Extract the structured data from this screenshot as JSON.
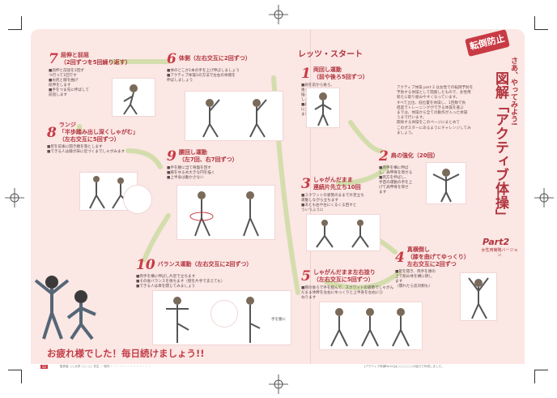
{
  "title_badge": "転倒防止",
  "subtitle_vertical": "さあ、やってみよう!",
  "main_title": "図解「アクティブ体操」",
  "part": "Part2",
  "part_sub": "女性用簡略バージョン",
  "lets_start": "レッツ・スタート",
  "lead": [
    "アクティブ体操 part 2 は女性での転倒予防を",
    "予防する体操として開発したもので、女性用",
    "新たに取り組みやすくなっています。",
    "すべて立位、低位置を体操し、1回数で負",
    "担度でトレーニングができる体操を選ぶ",
    "までは、体操から全ての動作が入った体操",
    "うまで行います。",
    "関係する体操をこのページにまとめて",
    "このポスターにあるようにチャレンジしてみ",
    "ましょう。"
  ],
  "steps": [
    {
      "num": "1",
      "title": [
        "両回し運動",
        "（前や後ろ5回ずつ）"
      ],
      "notes": [
        "■肩を前から後ろ、",
        "後ろから前に円を",
        "描くように肩を回",
        "します",
        "■肩が前に行くよう",
        "に大きな円を描き",
        "ましょう"
      ]
    },
    {
      "num": "2",
      "title": [
        "肩の強化（20回）"
      ],
      "notes": [
        "■両手を横に伸ば",
        "し、肩甲骨を寄せる",
        "■両方を伸ばし、",
        "手首の運動の手を上",
        "げて肩甲骨を寄せ",
        "ます"
      ]
    },
    {
      "num": "3",
      "title": [
        "しゃがんだまま",
        "連続片先立ち10回"
      ],
      "notes": [
        "■スクワットの姿勢のままで片足立ち",
        "運動しながら立ちます",
        "■あとも右や左にくるくる回すと",
        "ういうふうに"
      ]
    },
    {
      "num": "4",
      "title": [
        "真横倒し",
        "（膝を曲げてゆっくり）",
        "左右交互に2回ずつ"
      ],
      "notes": [
        "■足を開き、両手を頭の",
        "上で組み体を横に倒し",
        "ます",
        "（慣れたら反対側も）"
      ]
    },
    {
      "num": "5",
      "title": [
        "しゃがんだまま左右捻り",
        "（左右交互に5回ずつ）"
      ],
      "notes": [
        "■腕の後ろで手を組んで、スクワットの姿勢でしゃがん",
        "だまま体幹を左右にゆっくりと上半身を左右にひ",
        "ねります"
      ]
    },
    {
      "num": "6",
      "title": [
        "体側（左右交互に2回ずつ）"
      ],
      "notes": [
        "■体のどこか1本の手を上げ伸ばしましょう",
        "■アクティブ体操1の方法で左右の体側を",
        "伸ばしましょう"
      ]
    },
    {
      "num": "7",
      "title": [
        "屈伸と前屈",
        "（2回ずつを5回繰り返す）"
      ],
      "notes": [
        "■屈伸と前屈を2回ず",
        "つ行って1回です",
        "■お尻と膝を曲げ",
        "屈伸をします",
        "■手をつま先に伸ばして",
        "前屈します"
      ]
    },
    {
      "num": "8",
      "title": [
        "ランジ",
        "「半歩踏み出し深くしゃがむ」",
        "（左右交互に5回ずつ）"
      ],
      "notes": [
        "■足を前後に開き腰を落とします",
        "■できる人は膝が床に近づくまでしゃがみます"
      ]
    },
    {
      "num": "9",
      "title": [
        "腰回し運動",
        "（左7回、右7回ずつ）"
      ],
      "notes": [
        "■手を腰に当て骨盤を回す",
        "■膝をゆるめ大きな円を描く",
        "■上半身は動かさない"
      ]
    },
    {
      "num": "10",
      "title": [
        "バランス運動（左右交互に2回ずつ）"
      ],
      "notes": [
        "■両手を横に伸ばし片足で立ちます",
        "■その後バランスを保ちます（壁を片手で支えても）",
        "■できる人は目を閉じてみましょう"
      ]
    }
  ],
  "closing": "お疲れ様でした！毎日続けましょう!!",
  "page_num": "22",
  "footnote_left": "監修者 ○○大学 ○○ ○○ 先生 ／ 制作・・・・・・・・・・・・・・",
  "footnote_right": "[アクティブ体操Part2]は○○○○○○の協力で作成しました。",
  "fig_label_hand": "手を腰に",
  "colors": {
    "accent": "#c83a44",
    "sheet": "#fbe7e4",
    "arrow": "#c9d99a"
  }
}
